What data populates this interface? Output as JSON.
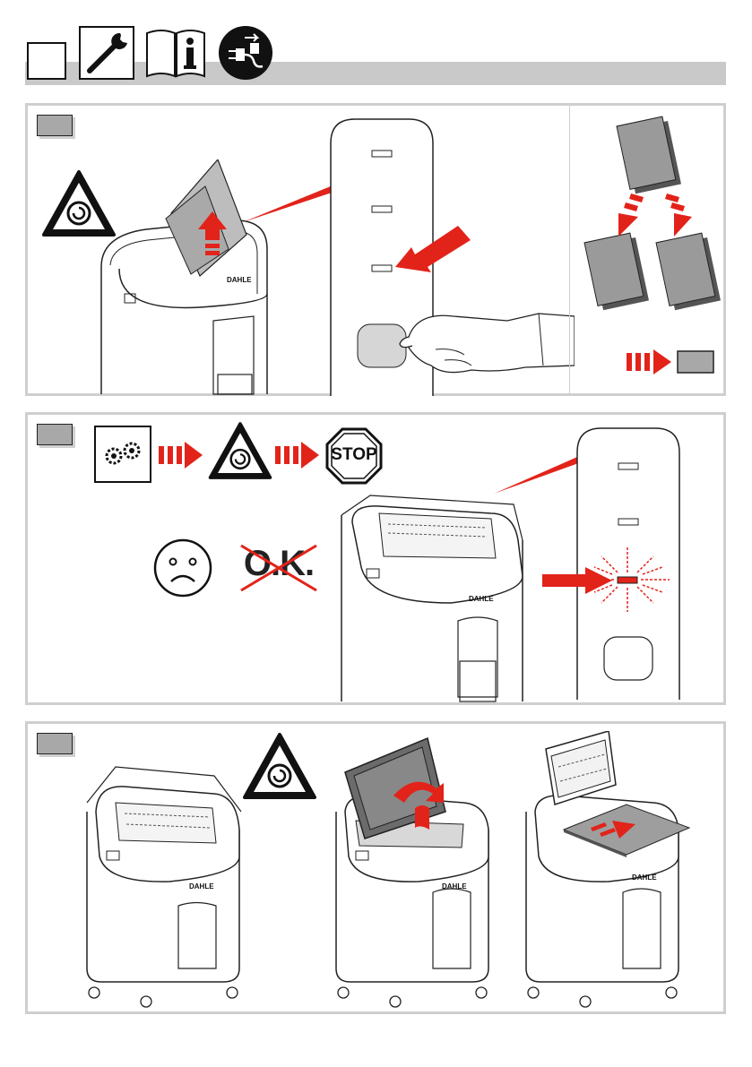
{
  "header": {
    "icons": [
      "blank-step-box",
      "wrench-icon",
      "manual-info-icon",
      "unplug-icon"
    ]
  },
  "panel1": {
    "icons": [
      "rotating-gear-warning-icon",
      "paper-stack-icon",
      "red-arrow-icon"
    ],
    "brand": "DAHLE"
  },
  "panel2": {
    "icons": [
      "gear-settings-icon",
      "rotating-gear-warning-icon",
      "stop-sign-icon",
      "sad-face-icon",
      "blinking-led-icon"
    ],
    "stop_text": "STOP",
    "ok_text": "O.K.",
    "brand": "DAHLE"
  },
  "panel3": {
    "icons": [
      "rotating-gear-warning-icon"
    ],
    "brand": "DAHLE"
  },
  "colors": {
    "accent_red": "#e2231a",
    "panel_border": "#cfcfcf",
    "header_bar": "#c9c9c9",
    "step_box": "#a8a8a8"
  }
}
